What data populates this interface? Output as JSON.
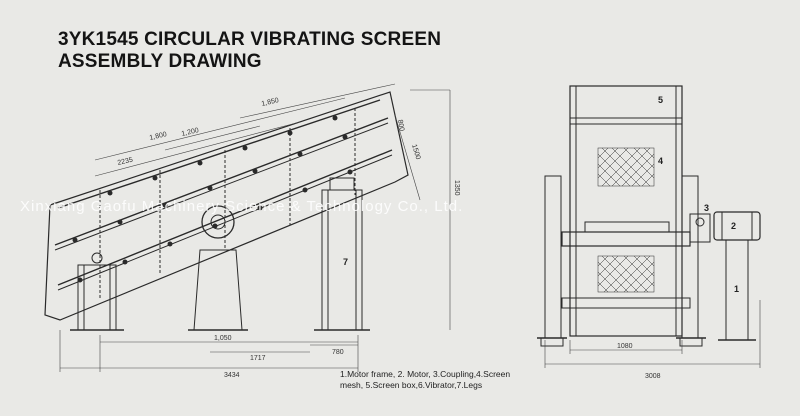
{
  "title": {
    "line1": "3YK1545 CIRCULAR VIBRATING SCREEN",
    "line2": "ASSEMBLY DRAWING"
  },
  "watermark": "Xinxiang Gaofu Machinery Science & Technology Co., Ltd.",
  "legend": {
    "line1": "1.Motor frame, 2. Motor, 3.Coupling,4.Screen",
    "line2": "mesh, 5.Screen box,6.Vibrator,7.Legs"
  },
  "side_view": {
    "dims": {
      "d1850": "1,850",
      "d1800": "1,800",
      "d1200": "1,200",
      "d2235": "2235",
      "d1717": "1717",
      "d3434": "3434",
      "d1050": "1,050",
      "d780": "780",
      "d1350": "1350",
      "d1500": "1500",
      "d800": "800"
    },
    "labels": {
      "legs": "7"
    }
  },
  "end_view": {
    "dims": {
      "d1080": "1080",
      "d3008": "3008"
    },
    "labels": {
      "motor_frame": "1",
      "motor": "2",
      "coupling": "3",
      "screen_mesh": "4",
      "screen_box": "5"
    }
  }
}
